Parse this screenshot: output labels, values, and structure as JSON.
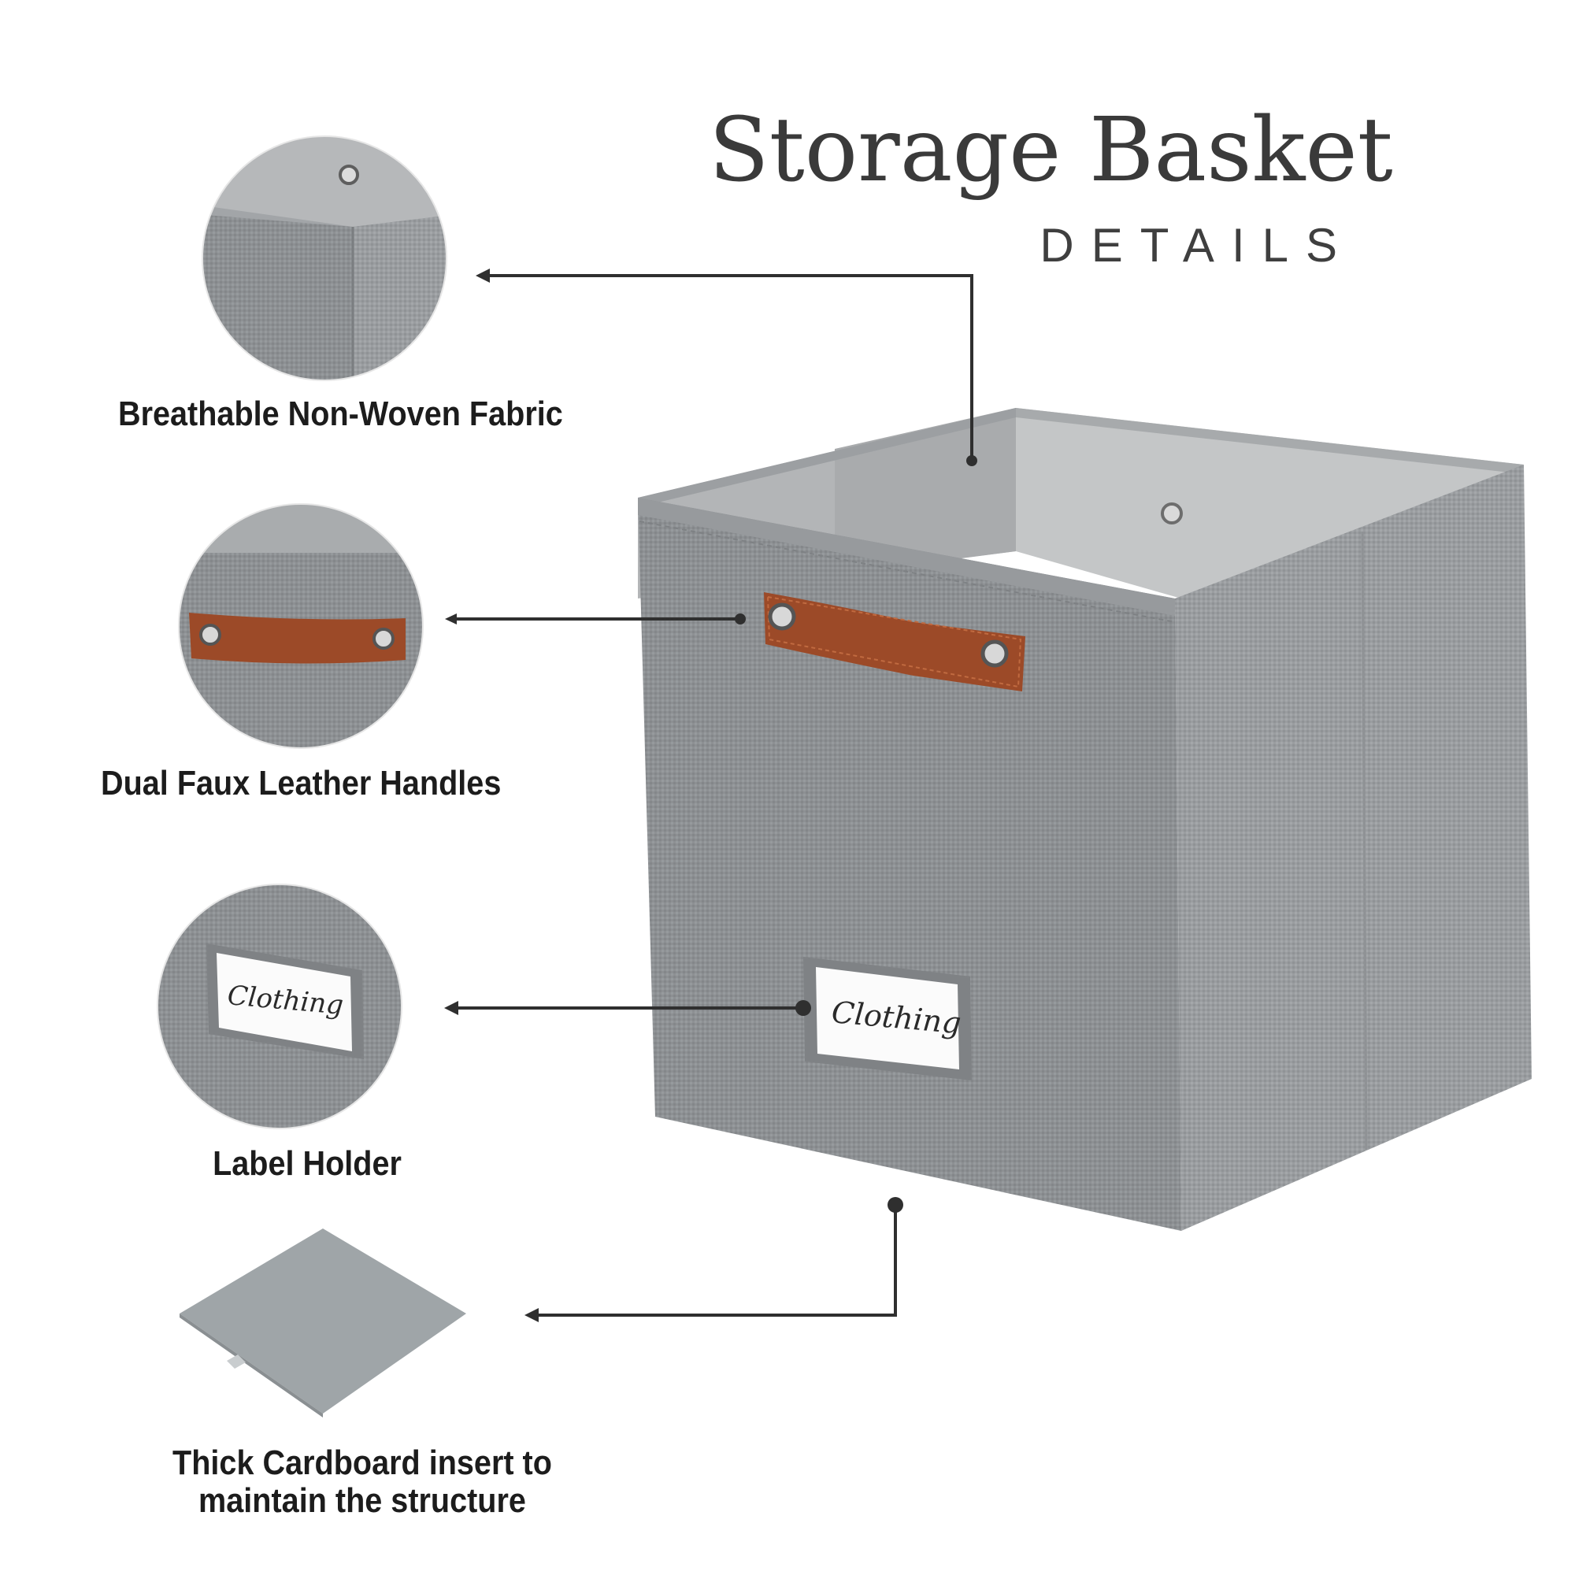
{
  "header": {
    "title": "Storage Basket",
    "subtitle": "DETAILS"
  },
  "features": [
    {
      "caption": "Breathable Non-Woven Fabric"
    },
    {
      "caption": "Dual Faux Leather Handles"
    },
    {
      "caption": "Label Holder"
    },
    {
      "caption_line1": "Thick Cardboard insert to",
      "caption_line2": "maintain the structure"
    }
  ],
  "label_card_text": "Clothing",
  "colors": {
    "fabric": "#8a8d90",
    "fabric_light": "#a3a6a9",
    "interior": "#b8babb",
    "leather": "#9a4a2a",
    "callout_line": "#2f2f2f"
  }
}
